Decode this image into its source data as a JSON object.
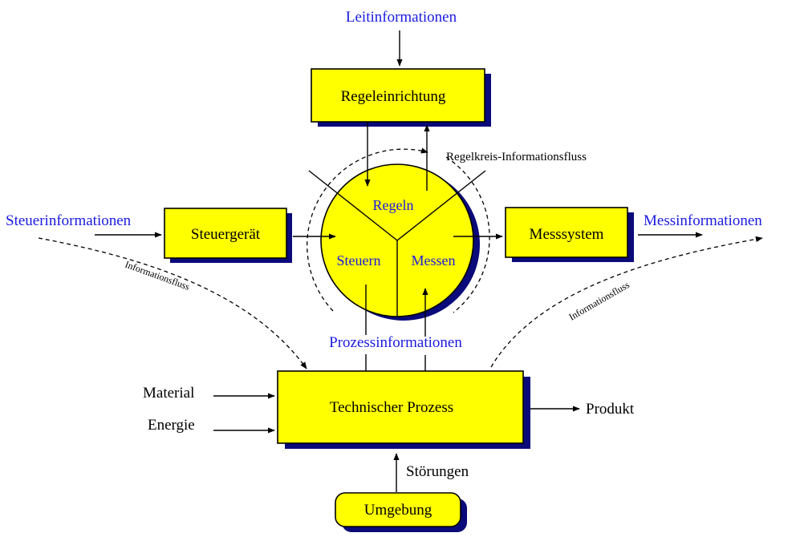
{
  "blocks": {
    "regeleinrichtung": "Regeleinrichtung",
    "steuergeraet": "Steuergerät",
    "messsystem": "Messsystem",
    "prozess": "Technischer Prozess",
    "umgebung": "Umgebung"
  },
  "circle": {
    "regeln": "Regeln",
    "steuern": "Steuern",
    "messen": "Messen"
  },
  "labels": {
    "leitinformationen": "Leitinformationen",
    "steuerinformationen": "Steuerinformationen",
    "messinformationen": "Messinformationen",
    "prozessinformationen": "Prozessinformationen",
    "regelkreis": "Regelkreis-Informationsfluss",
    "informationsfluss_left": "Informationsfluss",
    "informationsfluss_right": "Informationsfluss",
    "material": "Material",
    "energie": "Energie",
    "produkt": "Produkt",
    "stoerungen": "Störungen"
  },
  "colors": {
    "block_fill": "#ffff00",
    "shadow": "#0a0a7a",
    "info_text": "#1a1ae0"
  }
}
